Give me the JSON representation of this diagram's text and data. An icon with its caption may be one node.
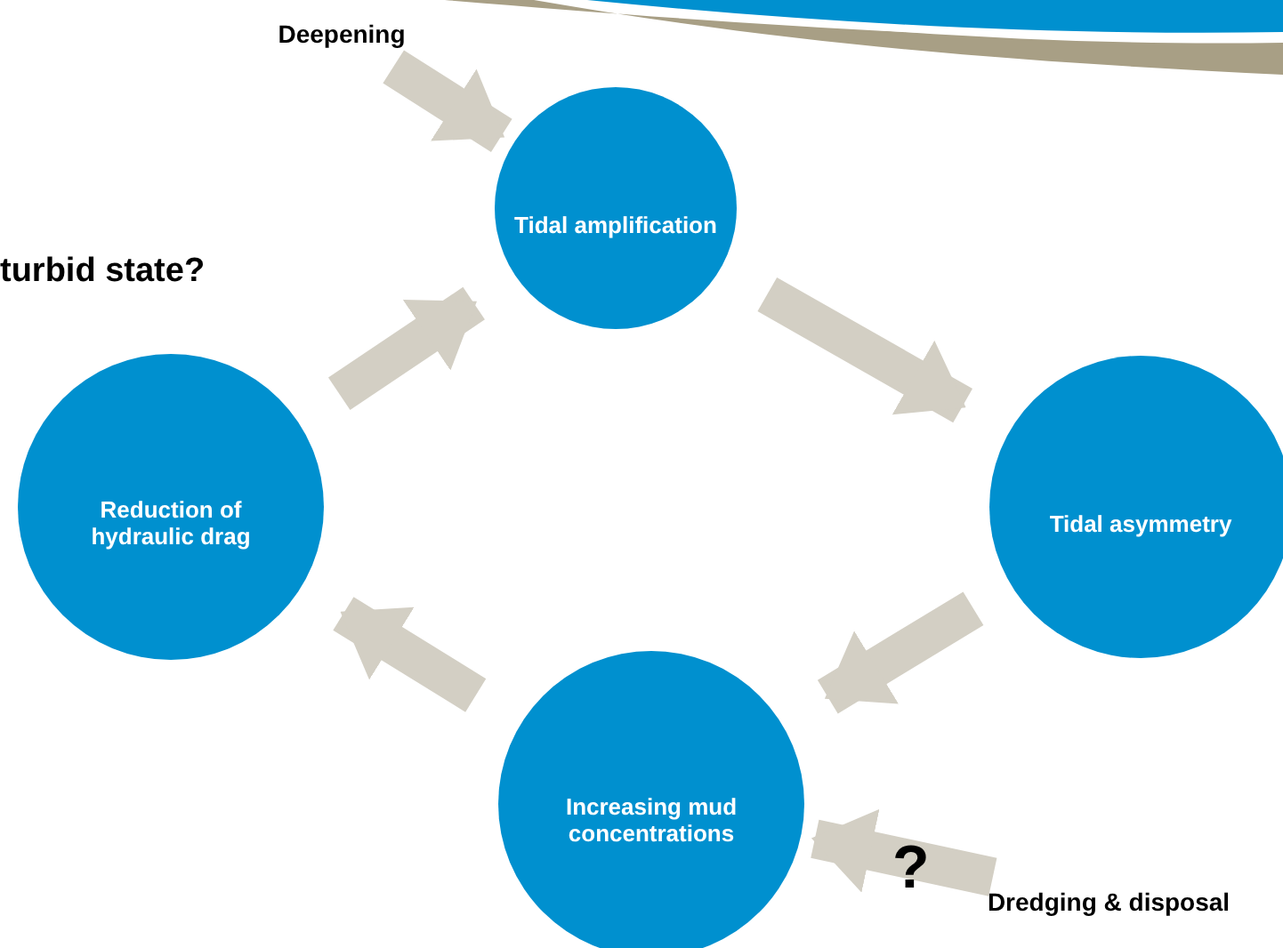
{
  "diagram": {
    "nodes": [
      {
        "text": [
          "Deepening"
        ]
      },
      {
        "text": [
          "Tidal amplification"
        ]
      },
      {
        "text": [
          "Tidal asymmetry"
        ]
      },
      {
        "text": [
          "Increasing mud concentrations"
        ]
      },
      {
        "text": [
          "Reduction of hydraulic drag"
        ]
      },
      {
        "text": [
          "Dredging & disposal"
        ]
      }
    ],
    "edges": [
      {
        "from": 0,
        "to": 1,
        "arrow": "to"
      },
      {
        "from": 1,
        "to": 2,
        "arrow": "to"
      },
      {
        "from": 2,
        "to": 3,
        "arrow": "to"
      },
      {
        "from": 3,
        "to": 4,
        "arrow": "to"
      },
      {
        "from": 4,
        "to": 1,
        "arrow": "to"
      },
      {
        "from": 5,
        "to": 3,
        "arrow": "to",
        "label": "?"
      }
    ],
    "labels": [
      "turbid state?"
    ]
  }
}
